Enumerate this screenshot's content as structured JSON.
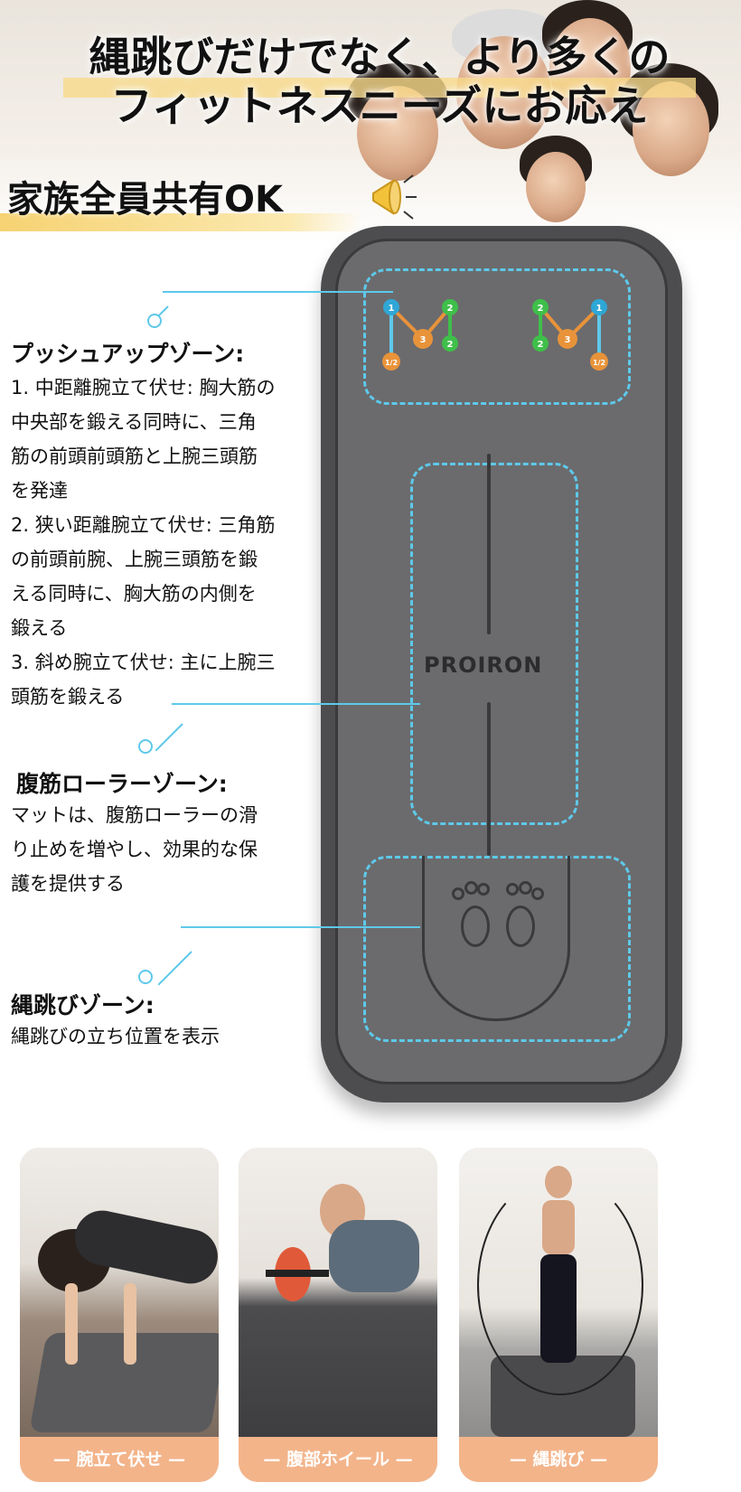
{
  "headline": {
    "line1": "縄跳びだけでなく、より多くの",
    "line2": "フィットネスニーズにお応え"
  },
  "family_banner": "家族全員共有OK",
  "mat": {
    "brand": "PROIRON",
    "push_nodes": [
      "1",
      "2",
      "3",
      "2",
      "1/2"
    ]
  },
  "zones": {
    "pushup": {
      "title": "プッシュアップゾーン:",
      "lines": [
        "1. 中距離腕立て伏せ: 胸大筋の",
        "中央部を鍛える同時に、三角",
        "筋の前頭前頭筋と上腕三頭筋",
        "を発達",
        "2. 狭い距離腕立て伏せ: 三角筋",
        "の前頭前腕、上腕三頭筋を鍛",
        "える同時に、胸大筋の内側を",
        "鍛える",
        "3. 斜め腕立て伏せ: 主に上腕三",
        "頭筋を鍛える"
      ]
    },
    "roller": {
      "title": "腹筋ローラーゾーン:",
      "lines": [
        "マットは、腹筋ローラーの滑",
        "り止めを増やし、効果的な保",
        "護を提供する"
      ]
    },
    "jump": {
      "title": "縄跳びゾーン:",
      "lines": [
        "縄跳びの立ち位置を表示"
      ]
    }
  },
  "photos": [
    {
      "caption": "— 腕立て伏せ —"
    },
    {
      "caption": "— 腹部ホイール —"
    },
    {
      "caption": "— 縄跳び —"
    }
  ],
  "colors": {
    "accent_cyan": "#5ec9ea",
    "banner_yellow": "#f6d272",
    "caption_orange": "#f3b48a",
    "mat_gray": "#6b6b6d"
  }
}
